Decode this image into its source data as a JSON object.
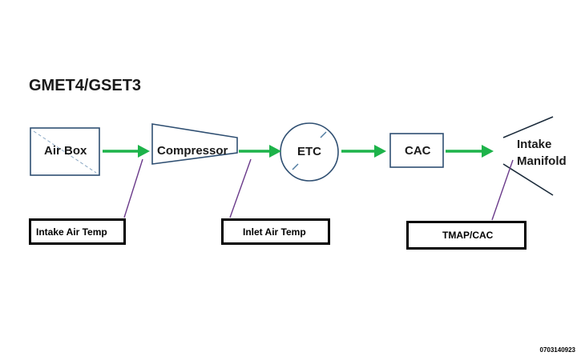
{
  "title": "GMET4/GSET3",
  "components": {
    "air_box": "Air Box",
    "compressor": "Compressor",
    "etc": "ETC",
    "cac": "CAC",
    "intake_manifold_line1": "Intake",
    "intake_manifold_line2": "Manifold"
  },
  "sensors": {
    "intake_air_temp": "Intake Air Temp",
    "inlet_air_temp": "Inlet Air Temp",
    "tmap_cac": "TMAP/CAC"
  },
  "document_number": "0703140923",
  "colors": {
    "flow_arrow": "#1db34a",
    "component_outline": "#2f4f72",
    "leader_line": "#6a3a8a",
    "sensor_border": "#000000"
  }
}
